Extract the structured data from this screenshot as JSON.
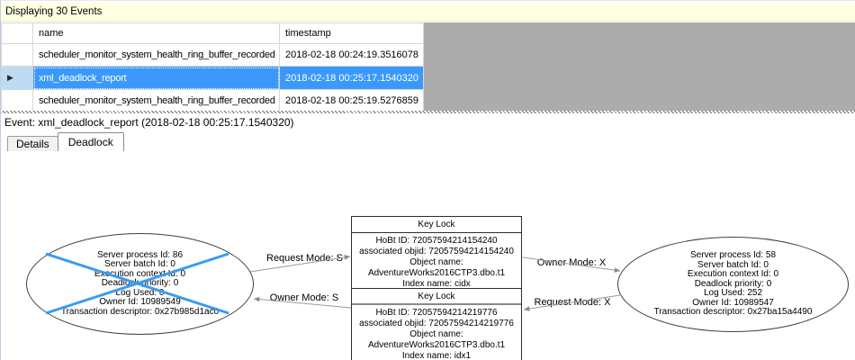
{
  "banner": {
    "text": "Displaying 30 Events"
  },
  "icons": {
    "row_marker": "▶"
  },
  "table": {
    "columns": [
      "name",
      "timestamp"
    ],
    "rows": [
      {
        "name": "scheduler_monitor_system_health_ring_buffer_recorded",
        "timestamp": "2018-02-18 00:24:19.3516078"
      },
      {
        "name": "xml_deadlock_report",
        "timestamp": "2018-02-18 00:25:17.1540320"
      },
      {
        "name": "scheduler_monitor_system_health_ring_buffer_recorded",
        "timestamp": "2018-02-18 00:25:19.5276859"
      }
    ],
    "selected_row_index": 1
  },
  "event_bar": {
    "text": "Event: xml_deadlock_report (2018-02-18 00:25:17.1540320)"
  },
  "tabs": [
    {
      "label": "Details",
      "active": false
    },
    {
      "label": "Deadlock",
      "active": true
    }
  ],
  "deadlock_graph": {
    "process_left": {
      "victim": true,
      "lines": [
        "Server process Id: 86",
        "Server batch Id: 0",
        "Execution context Id: 0",
        "Deadlock priority: 0",
        "Log Used: 0",
        "Owner Id: 10989549",
        "Transaction descriptor: 0x27b985d1ac0"
      ]
    },
    "process_right": {
      "victim": false,
      "lines": [
        "Server process Id: 58",
        "Server batch Id: 0",
        "Execution context Id: 0",
        "Deadlock priority: 0",
        "Log Used: 252",
        "Owner Id: 10989547",
        "Transaction descriptor: 0x27ba15a4490"
      ]
    },
    "resource_top": {
      "title": "Key Lock",
      "lines": [
        "HoBt ID: 72057594214154240",
        "associated objid: 72057594214154240",
        "Object name: AdventureWorks2016CTP3.dbo.t1",
        "Index name: cidx"
      ]
    },
    "resource_bottom": {
      "title": "Key Lock",
      "lines": [
        "HoBt ID: 72057594214219776",
        "associated objid: 72057594214219776",
        "Object name: AdventureWorks2016CTP3.dbo.t1",
        "Index name: idx1"
      ]
    },
    "edges": [
      {
        "label": "Request Mode: S"
      },
      {
        "label": "Owner Mode: S"
      },
      {
        "label": "Owner Mode: X"
      },
      {
        "label": "Request Mode: X"
      }
    ]
  },
  "colors": {
    "banner_bg": "#FFFFE1",
    "grid_empty_bg": "#ACACAC",
    "selection_bg": "#3B99FC",
    "selection_rowheader_bg": "#BDDCF4",
    "victim_x": "#389BF4",
    "edge_line": "#9A9A9A"
  }
}
